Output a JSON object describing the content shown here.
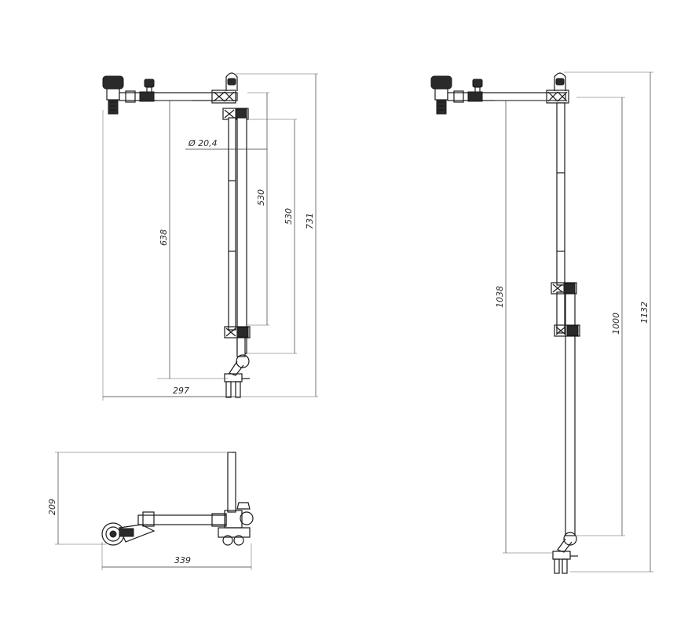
{
  "drawing": {
    "front_view_short": {
      "dim_width": "297",
      "dim_total_height": "731",
      "dim_inner_height": "638",
      "dim_tube_a": "530",
      "dim_tube_b": "530",
      "dim_diameter": "Ø 20,4"
    },
    "top_view": {
      "dim_height": "209",
      "dim_width": "339"
    },
    "front_view_long": {
      "dim_total_height": "1132",
      "dim_inner_height": "1038",
      "dim_tube": "1000"
    }
  }
}
